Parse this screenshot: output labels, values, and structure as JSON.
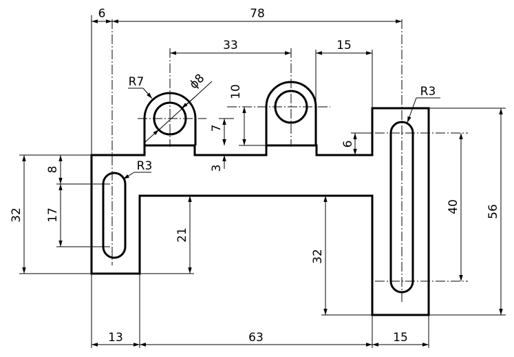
{
  "dimensions": {
    "overall_width": "78",
    "left_offset": "6",
    "hole_spacing": "33",
    "right_lug_gap": "15",
    "lug_radius": "R7",
    "hole_diameter": "ϕ8",
    "hole_height": "10",
    "lug_hole_offset": "7",
    "lug_base_step": "3",
    "right_step": "6",
    "slot_radius_right": "R3",
    "slot_radius_left": "R3",
    "left_slot_top": "8",
    "left_slot_length": "17",
    "left_height": "32",
    "inner_height": "21",
    "right_inner_height": "32",
    "right_slot_length": "40",
    "right_height": "56",
    "bottom_left": "13",
    "bottom_middle": "63",
    "bottom_right": "15"
  },
  "colors": {
    "line": "#000000",
    "background": "#ffffff"
  }
}
